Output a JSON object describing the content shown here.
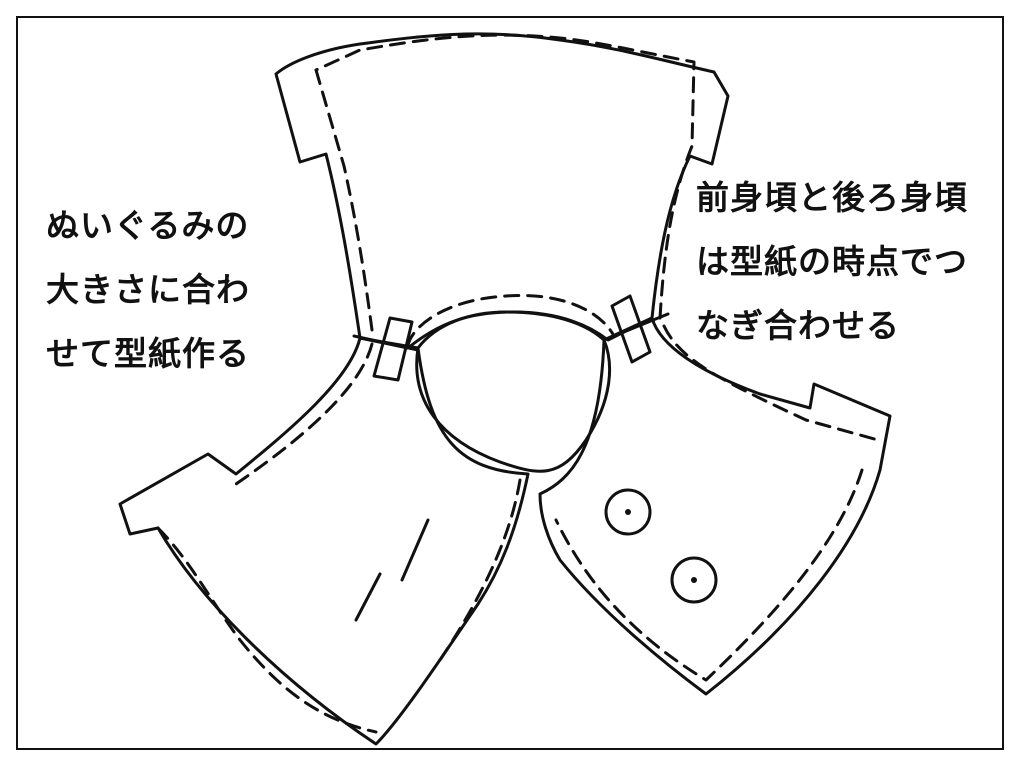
{
  "annotations": {
    "left": {
      "lines": [
        "ぬいぐるみの",
        "大きさに合わ",
        "せて型紙作る"
      ]
    },
    "right": {
      "lines": [
        "前身頃と後ろ身頃",
        "は型紙の時点でつ",
        "なぎ合わせる"
      ]
    }
  },
  "colors": {
    "line": "#111111",
    "background": "#ffffff"
  }
}
